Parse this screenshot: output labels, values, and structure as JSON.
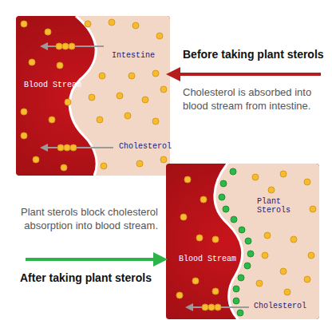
{
  "diagram": {
    "labels": [
      "Blood Stream",
      "Intestine",
      "Cholesterol",
      "Before taking plant sterols",
      "Cholesterol is absorbed into blood stream from intestine.",
      "Plant sterols block cholesterol absorption into blood stream.",
      "After taking plant sterols",
      "Plant Sterols",
      "Blood Stream",
      "Cholesterol"
    ]
  }
}
